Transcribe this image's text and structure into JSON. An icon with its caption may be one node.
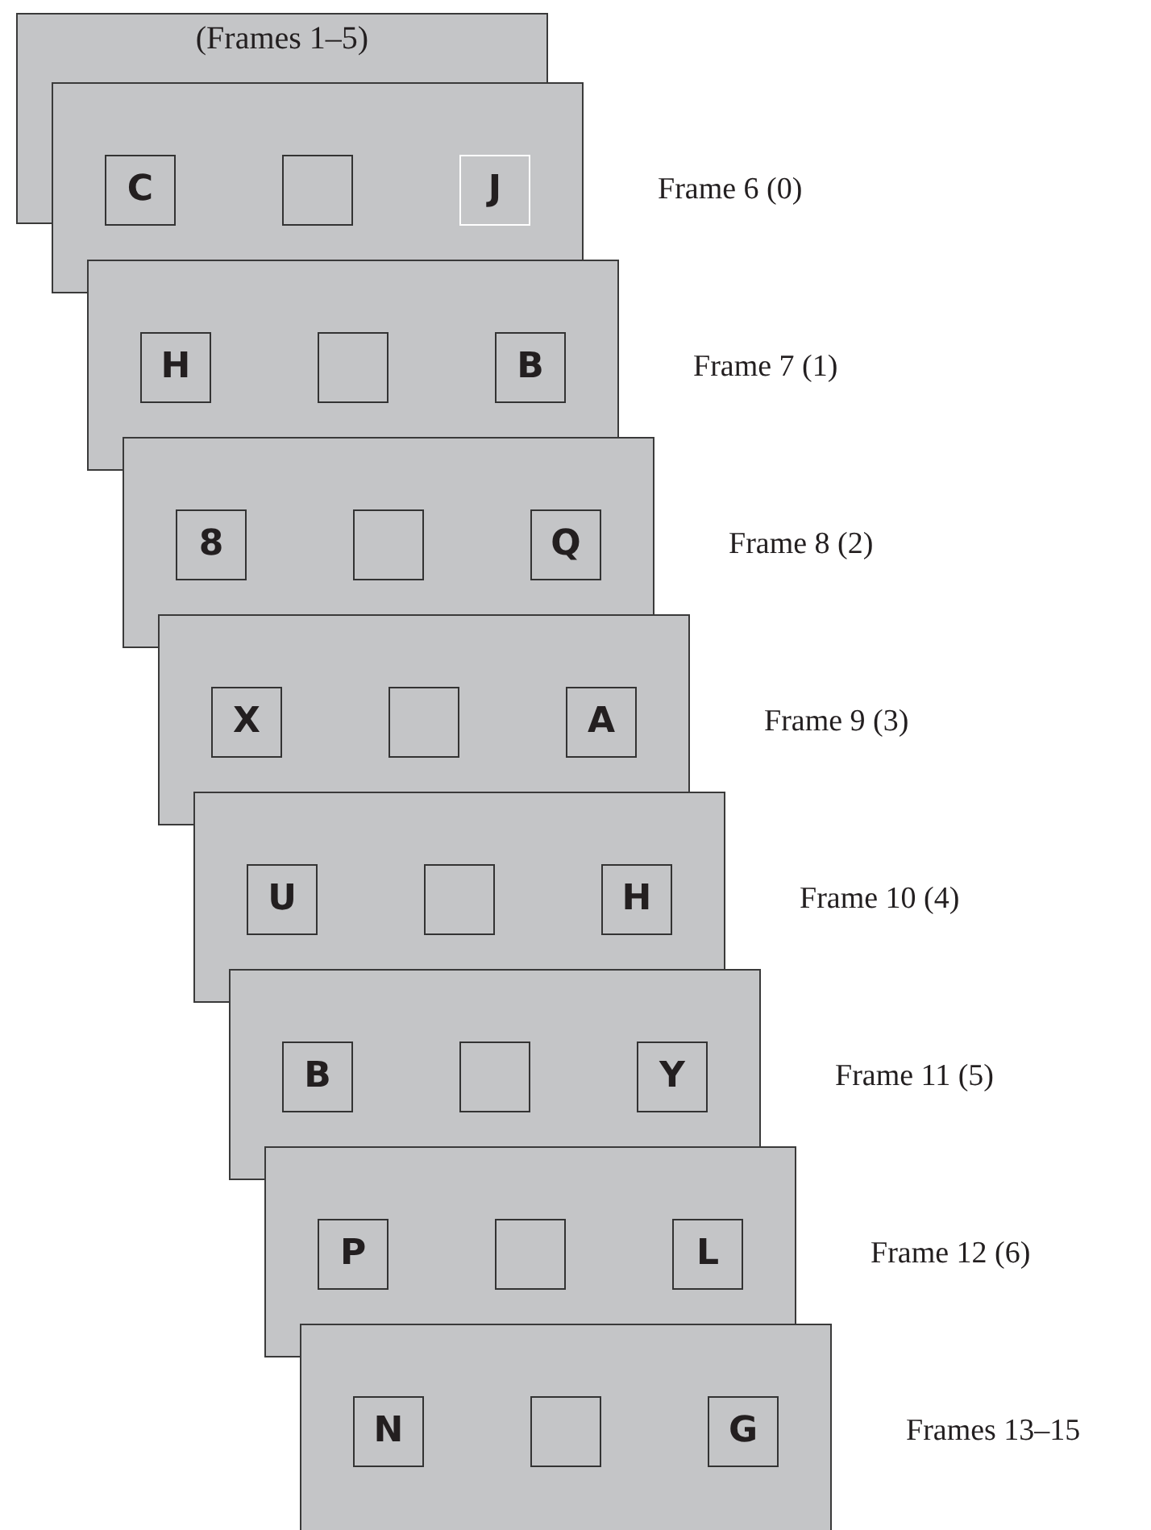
{
  "diagram": {
    "nodes": [
      {
        "text": [
          "(Frames 1–5)"
        ]
      },
      {
        "text": [],
        "shape": "box",
        "beside": [
          "Frame 6 (0)"
        ]
      },
      {
        "text": [
          "C"
        ],
        "in": 1
      },
      {
        "text": [],
        "shape": "box",
        "in": 1
      },
      {
        "text": [
          "J"
        ],
        "in": 1
      },
      {
        "text": [],
        "shape": "box",
        "beside": [
          "Frame 7 (1)"
        ]
      },
      {
        "text": [
          "H"
        ],
        "in": 5
      },
      {
        "text": [],
        "shape": "box",
        "in": 5
      },
      {
        "text": [
          "B"
        ],
        "in": 5
      },
      {
        "text": [],
        "shape": "box",
        "beside": [
          "Frame 8 (2)"
        ]
      },
      {
        "text": [
          "8"
        ],
        "in": 9
      },
      {
        "text": [],
        "shape": "box",
        "in": 9
      },
      {
        "text": [
          "Q"
        ],
        "in": 9
      },
      {
        "text": [],
        "shape": "box",
        "beside": [
          "Frame 9 (3)"
        ]
      },
      {
        "text": [
          "X"
        ],
        "in": 13
      },
      {
        "text": [],
        "shape": "box",
        "in": 13
      },
      {
        "text": [
          "A"
        ],
        "in": 13
      },
      {
        "text": [],
        "shape": "box",
        "beside": [
          "Frame 10 (4)"
        ]
      },
      {
        "text": [
          "U"
        ],
        "in": 17
      },
      {
        "text": [],
        "shape": "box",
        "in": 17
      },
      {
        "text": [
          "H"
        ],
        "in": 17
      },
      {
        "text": [],
        "shape": "box",
        "beside": [
          "Frame 11 (5)"
        ]
      },
      {
        "text": [
          "B"
        ],
        "in": 21
      },
      {
        "text": [],
        "shape": "box",
        "in": 21
      },
      {
        "text": [
          "Y"
        ],
        "in": 21
      },
      {
        "text": [],
        "shape": "box",
        "beside": [
          "Frame 12 (6)"
        ]
      },
      {
        "text": [
          "P"
        ],
        "in": 25
      },
      {
        "text": [],
        "shape": "box",
        "in": 25
      },
      {
        "text": [
          "L"
        ],
        "in": 25
      },
      {
        "text": [],
        "shape": "box",
        "beside": [
          "Frames 13–15"
        ]
      },
      {
        "text": [
          "N"
        ],
        "in": 29
      },
      {
        "text": [],
        "shape": "box",
        "in": 29
      },
      {
        "text": [
          "G"
        ],
        "in": 29
      }
    ]
  }
}
